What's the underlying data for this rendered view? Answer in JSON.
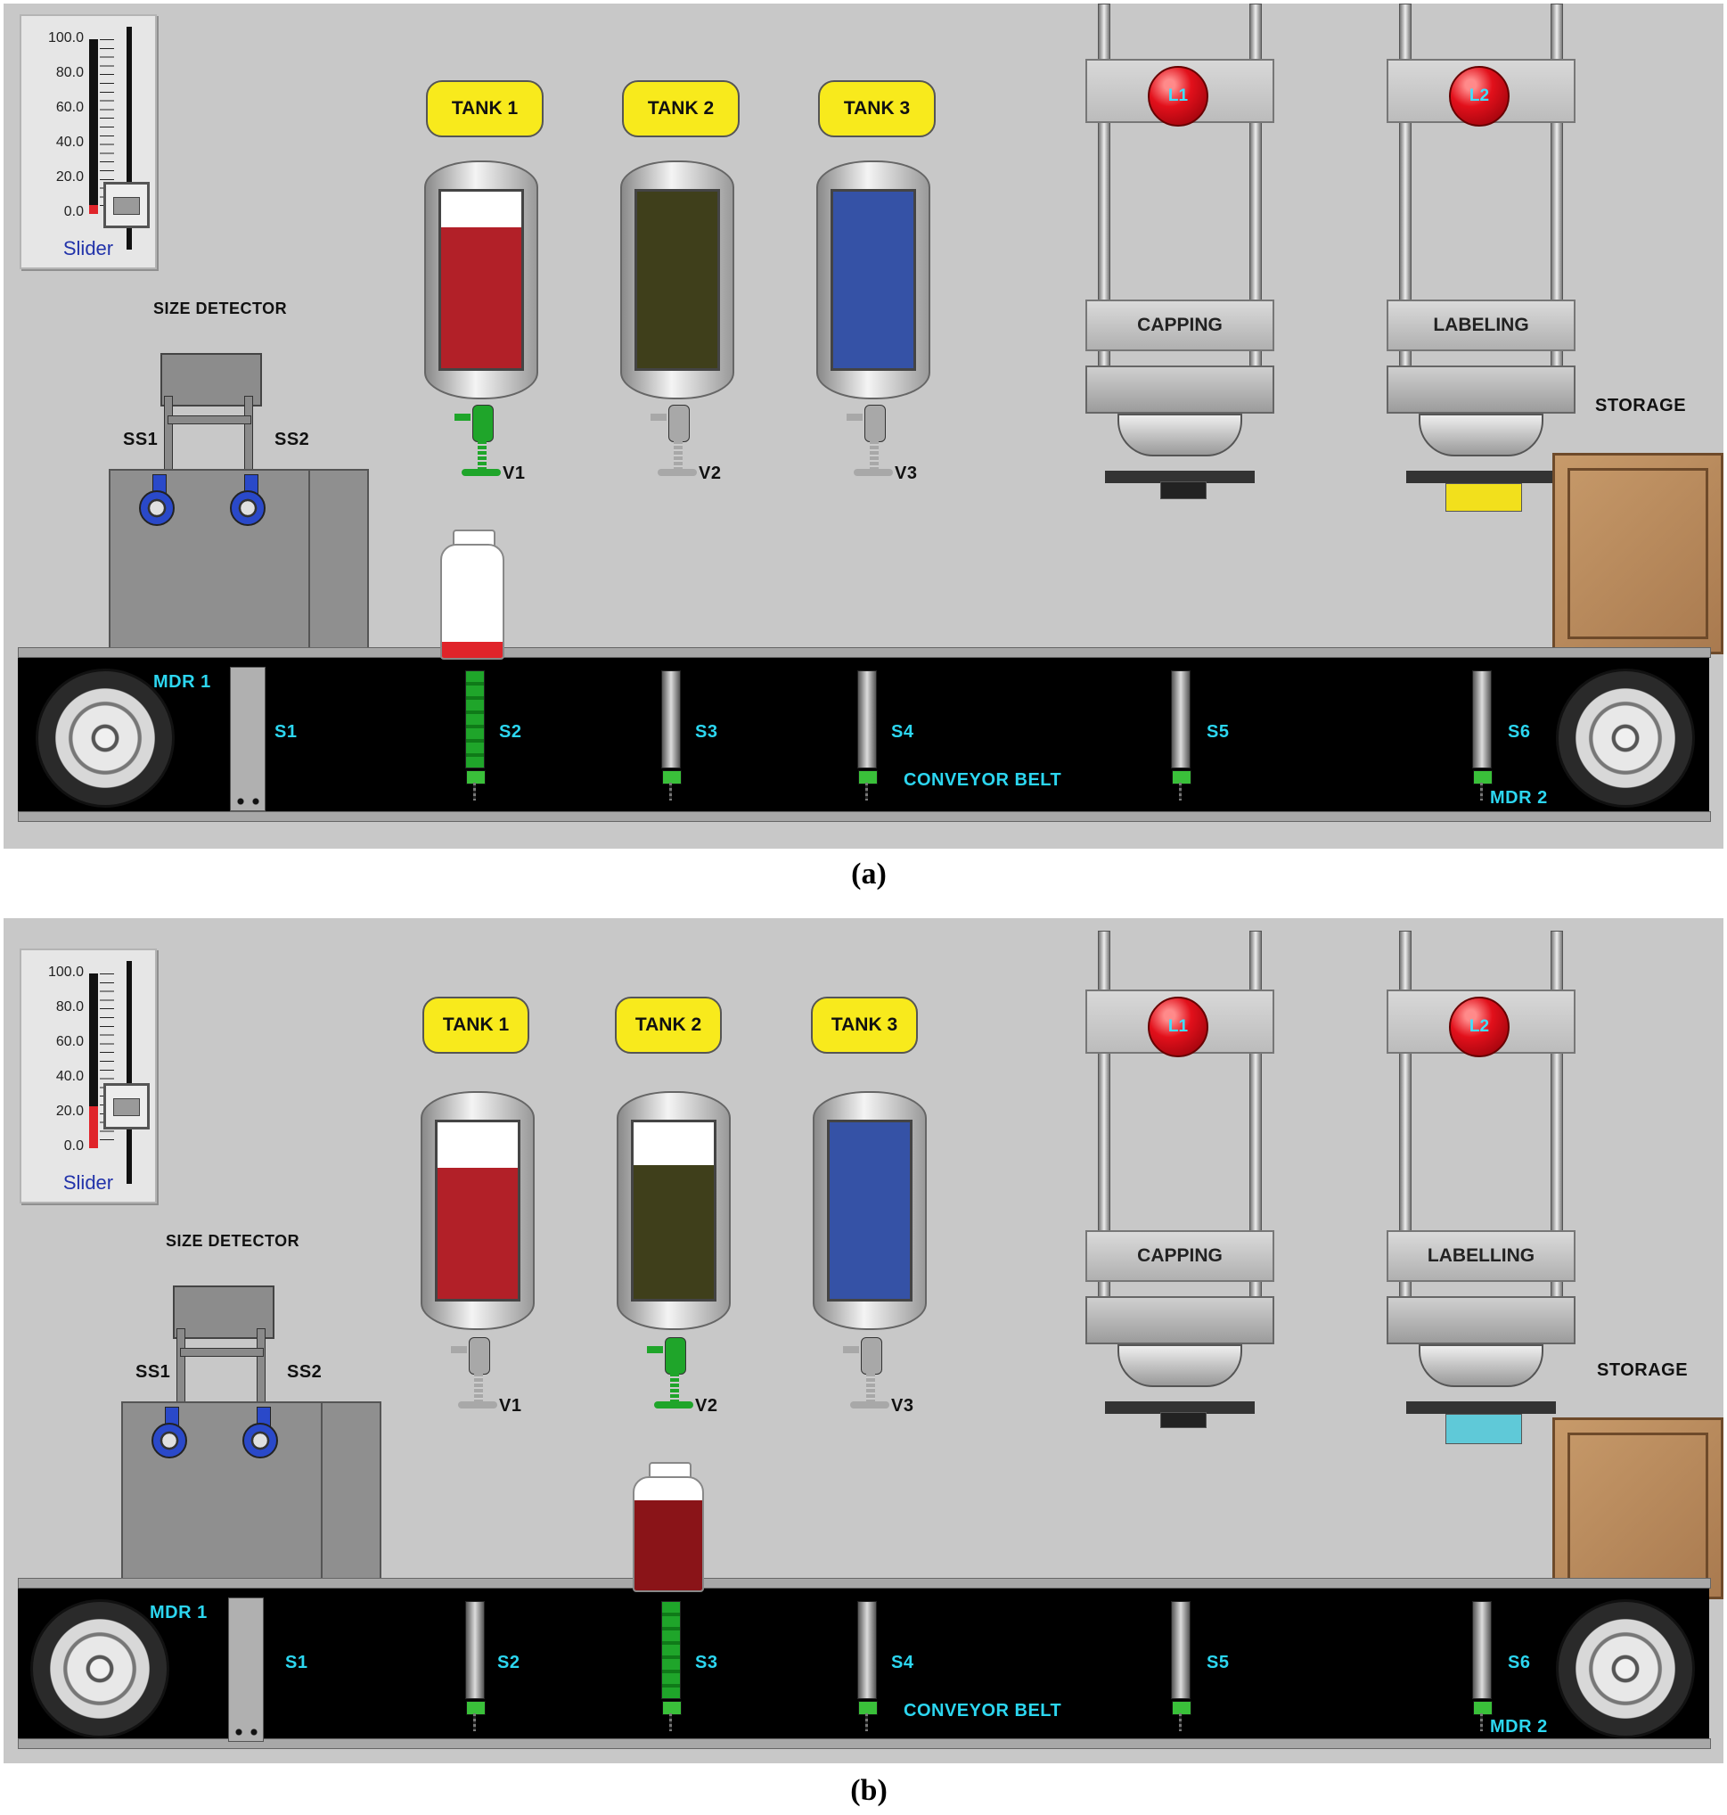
{
  "panels": [
    {
      "caption": "(a)",
      "slider": {
        "label": "Slider",
        "ticks": [
          "100.0",
          "80.0",
          "60.0",
          "40.0",
          "20.0",
          "0.0"
        ],
        "value_percent": 5
      },
      "size_detector": {
        "title": "SIZE DETECTOR",
        "sensor_1": "SS1",
        "sensor_2": "SS2"
      },
      "tanks": [
        {
          "label": "TANK 1",
          "valve": "V1",
          "liquid_color": "#b22028",
          "fill_percent": 80,
          "valve_active": true
        },
        {
          "label": "TANK 2",
          "valve": "V2",
          "liquid_color": "#3f3f1b",
          "fill_percent": 100,
          "valve_active": false
        },
        {
          "label": "TANK 3",
          "valve": "V3",
          "liquid_color": "#3552a6",
          "fill_percent": 100,
          "valve_active": false
        }
      ],
      "stations": [
        {
          "label": "CAPPING",
          "lamp": "L1",
          "indicator_color": "#222222"
        },
        {
          "label": "LABELING",
          "lamp": "L2",
          "indicator_color": "#f2e01c"
        }
      ],
      "storage": "STORAGE",
      "conveyor": {
        "label": "CONVEYOR BELT",
        "motor_1": "MDR 1",
        "motor_2": "MDR 2",
        "sensors": [
          {
            "label": "S1",
            "active": false
          },
          {
            "label": "S2",
            "active": true
          },
          {
            "label": "S3",
            "active": false
          },
          {
            "label": "S4",
            "active": false
          },
          {
            "label": "S5",
            "active": false
          },
          {
            "label": "S6",
            "active": false
          }
        ]
      },
      "bottle": {
        "at_station": "S2",
        "liquid_color": "#e0242a",
        "fill_percent": 14
      }
    },
    {
      "caption": "(b)",
      "slider": {
        "label": "Slider",
        "ticks": [
          "100.0",
          "80.0",
          "60.0",
          "40.0",
          "20.0",
          "0.0"
        ],
        "value_percent": 24
      },
      "size_detector": {
        "title": "SIZE DETECTOR",
        "sensor_1": "SS1",
        "sensor_2": "SS2"
      },
      "tanks": [
        {
          "label": "TANK 1",
          "valve": "V1",
          "liquid_color": "#b22028",
          "fill_percent": 74,
          "valve_active": false
        },
        {
          "label": "TANK 2",
          "valve": "V2",
          "liquid_color": "#3f3f1b",
          "fill_percent": 76,
          "valve_active": true
        },
        {
          "label": "TANK 3",
          "valve": "V3",
          "liquid_color": "#3552a6",
          "fill_percent": 100,
          "valve_active": false
        }
      ],
      "stations": [
        {
          "label": "CAPPING",
          "lamp": "L1",
          "indicator_color": "#222222"
        },
        {
          "label": "LABELLING",
          "lamp": "L2",
          "indicator_color": "#5fc9d8"
        }
      ],
      "storage": "STORAGE",
      "conveyor": {
        "label": "CONVEYOR BELT",
        "motor_1": "MDR 1",
        "motor_2": "MDR 2",
        "sensors": [
          {
            "label": "S1",
            "active": false
          },
          {
            "label": "S2",
            "active": false
          },
          {
            "label": "S3",
            "active": true
          },
          {
            "label": "S4",
            "active": false
          },
          {
            "label": "S5",
            "active": false
          },
          {
            "label": "S6",
            "active": false
          }
        ]
      },
      "bottle": {
        "at_station": "S3",
        "liquid_color": "#8a1418",
        "fill_percent": 80
      }
    }
  ],
  "colors": {
    "background": "#c8c8c8",
    "belt": "#000000",
    "label_cyan": "#2cd6f0",
    "tank_label_yellow": "#f8ea1c",
    "active_green": "#1fa52a",
    "lamp_red": "#e2101b"
  }
}
